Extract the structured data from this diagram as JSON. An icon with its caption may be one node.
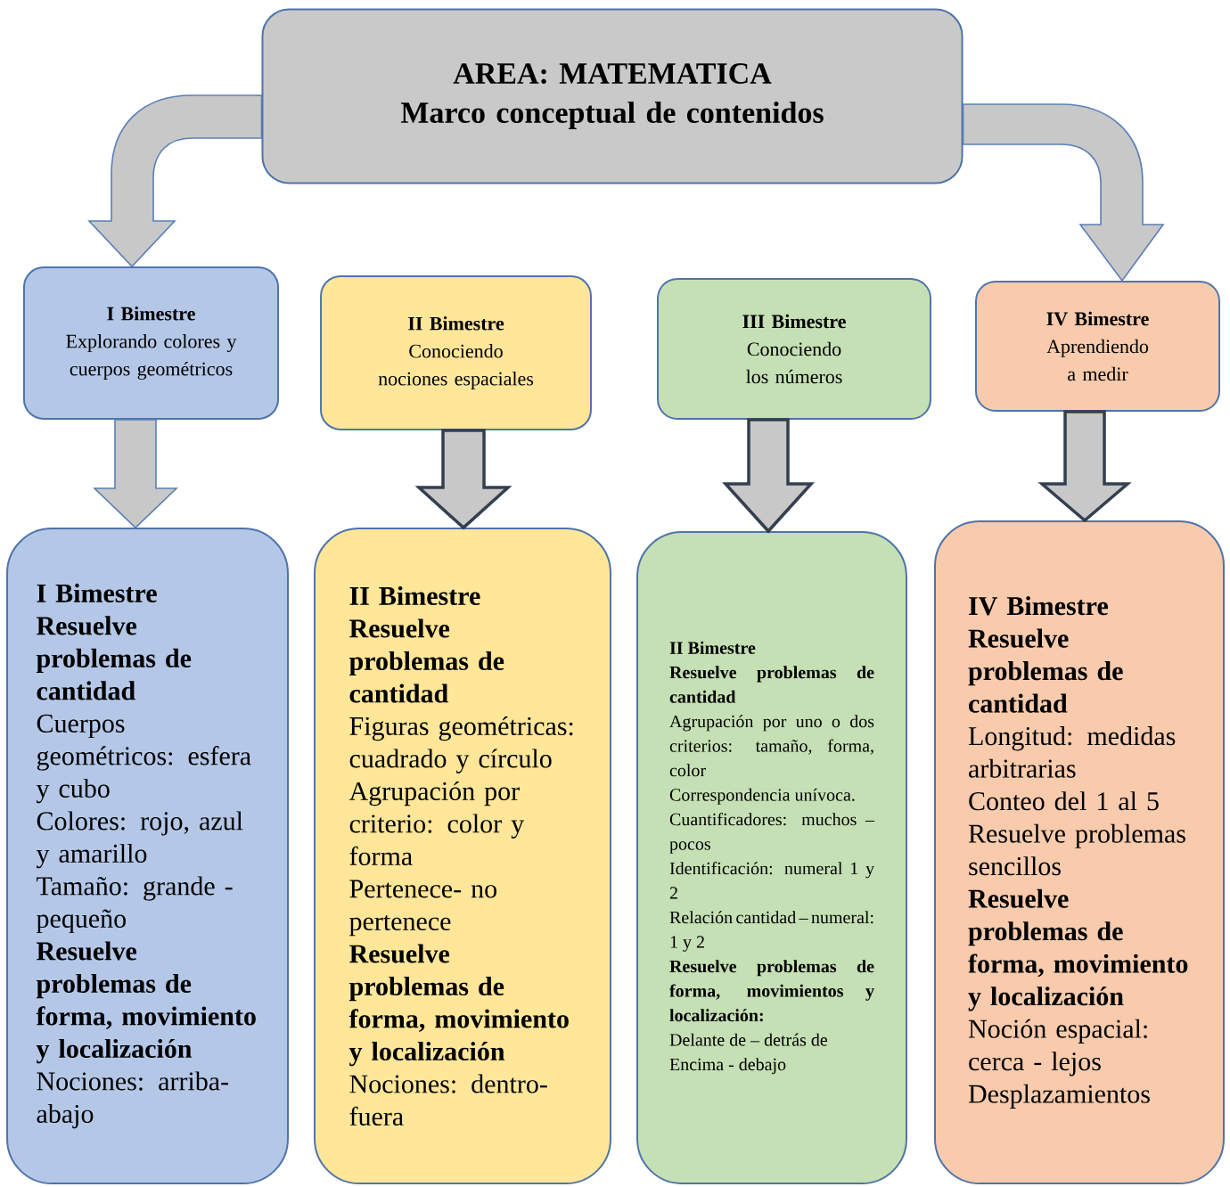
{
  "diagram": {
    "nodes": [
      {
        "text": [
          "AREA: MATEMATICA",
          "Marco conceptual de contenidos"
        ]
      },
      {
        "text": [
          "I Bimestre",
          "Explorando colores y cuerpos geométricos"
        ]
      },
      {
        "text": [
          "II Bimestre",
          "Conociendo nociones espaciales"
        ]
      },
      {
        "text": [
          "III Bimestre",
          "Conociendo los números"
        ]
      },
      {
        "text": [
          "IV Bimestre",
          "Aprendiendo a medir"
        ]
      },
      {
        "text": [
          "I Bimestre",
          "Resuelve problemas de cantidad",
          "Cuerpos geométricos: esfera y cubo",
          "Colores: rojo, azul y amarillo",
          "Tamaño: grande - pequeño",
          "Resuelve problemas de forma, movimiento y localización",
          "Nociones: arriba-abajo"
        ]
      },
      {
        "text": [
          "II Bimestre",
          "Resuelve problemas de cantidad",
          "Figuras geométricas: cuadrado y círculo",
          "Agrupación por criterio: color y forma",
          "Pertenece- no pertenece",
          "Resuelve problemas de forma, movimiento y localización",
          "Nociones: dentro-fuera"
        ]
      },
      {
        "text": [
          "II Bimestre",
          "Resuelve problemas de cantidad",
          "Agrupación por uno o dos criterios: tamaño, forma, color",
          "Correspondencia unívoca.",
          "Cuantificadores: muchos – pocos",
          "Identificación: numeral 1 y 2",
          "Relación cantidad – numeral: 1 y 2",
          "Resuelve problemas de forma, movimientos y localización:",
          "Delante de – detrás de",
          "Encima - debajo"
        ]
      },
      {
        "text": [
          "IV Bimestre",
          "Resuelve problemas de cantidad",
          "Longitud: medidas arbitrarias",
          "Conteo del 1 al 5",
          "Resuelve problemas sencillos",
          "Resuelve problemas de forma, movimiento y localización",
          "Noción espacial: cerca - lejos",
          "Desplazamientos"
        ]
      }
    ],
    "edges": [
      {
        "from": 0,
        "to": 1,
        "arrow": "to"
      },
      {
        "from": 0,
        "to": 4,
        "arrow": "to"
      },
      {
        "from": 1,
        "to": 5,
        "arrow": "to"
      },
      {
        "from": 2,
        "to": 6,
        "arrow": "to",
        "style": "thick"
      },
      {
        "from": 3,
        "to": 7,
        "arrow": "to",
        "style": "thick"
      },
      {
        "from": 4,
        "to": 8,
        "arrow": "to",
        "style": "thick"
      }
    ]
  }
}
